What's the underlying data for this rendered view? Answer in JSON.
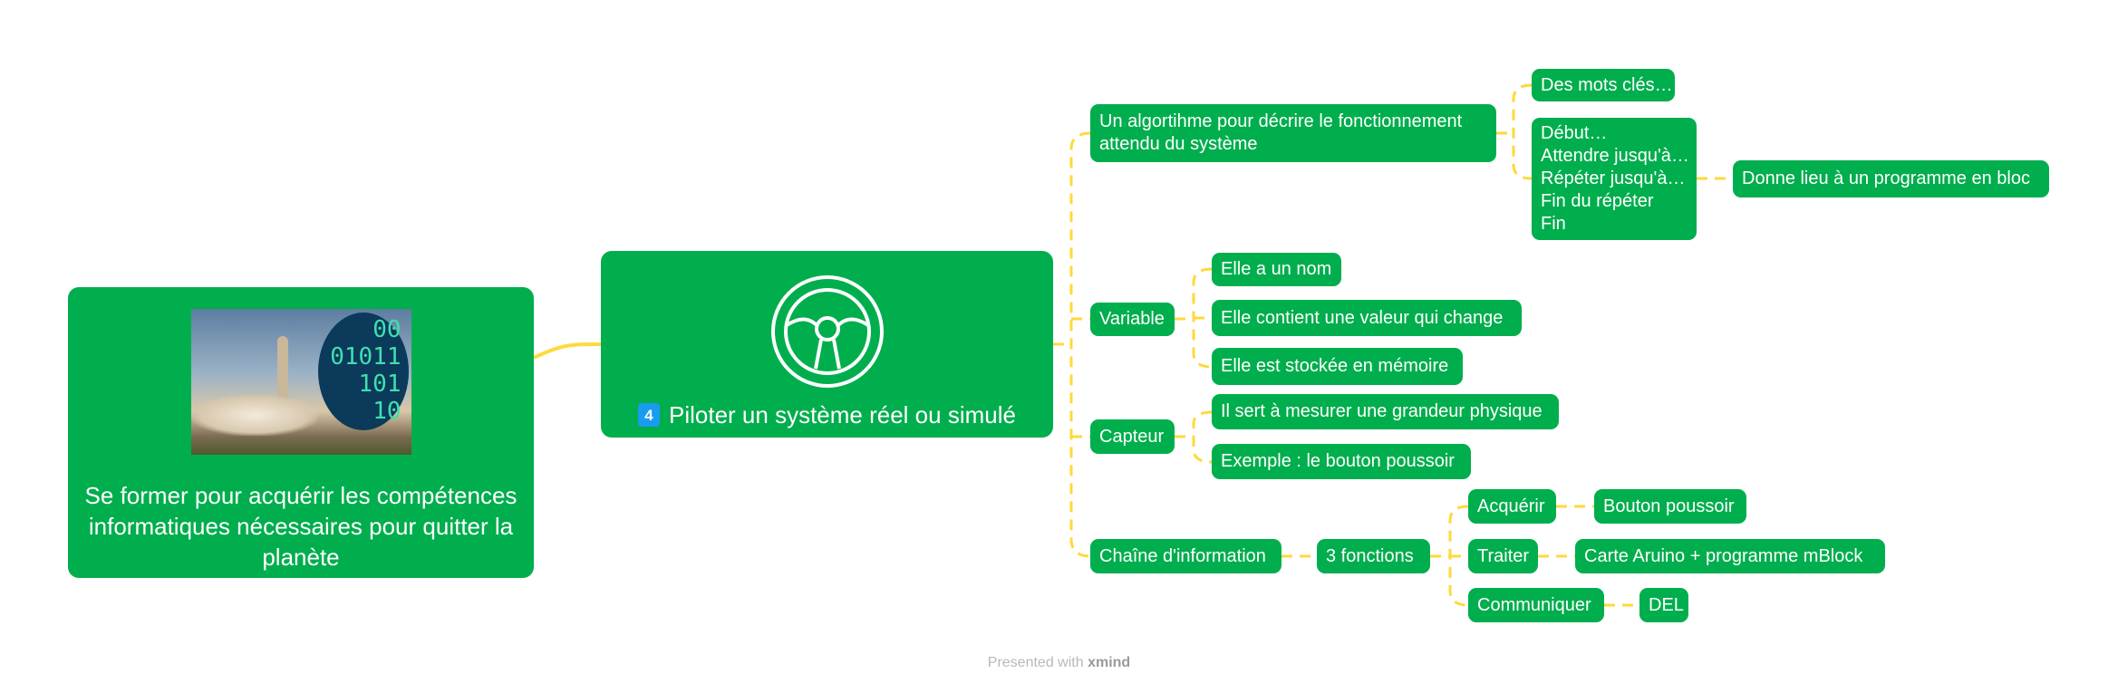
{
  "root": {
    "title": "Se former pour acquérir les compétences informatiques nécessaires pour quitter la planète",
    "image_text": [
      "00",
      "01011",
      "101",
      "10"
    ]
  },
  "central": {
    "badge": "4",
    "title": "Piloter un système réel ou simulé",
    "icon": "steering-wheel-icon"
  },
  "branches": {
    "algo": {
      "label_1": "Un algortihme pour décrire le fonctionnement",
      "label_2": "attendu du système",
      "keywords": "Des mots clés…",
      "steps": [
        "Début…",
        "Attendre jusqu'à…",
        "Répéter jusqu'à…",
        "Fin du répéter",
        "Fin"
      ],
      "result": "Donne lieu à un programme en bloc"
    },
    "variable": {
      "label": "Variable",
      "children": [
        "Elle a un nom",
        "Elle contient une valeur qui change",
        "Elle est stockée en mémoire"
      ]
    },
    "capteur": {
      "label": "Capteur",
      "children": [
        "Il sert à mesurer une grandeur physique",
        "Exemple : le bouton poussoir"
      ]
    },
    "chaine": {
      "label": "Chaîne d'information",
      "fonctions": "3 fonctions",
      "items": [
        {
          "label": "Acquérir",
          "detail": "Bouton poussoir"
        },
        {
          "label": "Traiter",
          "detail": "Carte Aruino + programme mBlock"
        },
        {
          "label": "Communiquer",
          "detail": "DEL"
        }
      ]
    }
  },
  "footer": {
    "prefix": "Presented with",
    "brand": "xmind"
  },
  "colors": {
    "node": "#00ae4d",
    "connector": "#ffd93b",
    "badge": "#1a9bf0"
  }
}
